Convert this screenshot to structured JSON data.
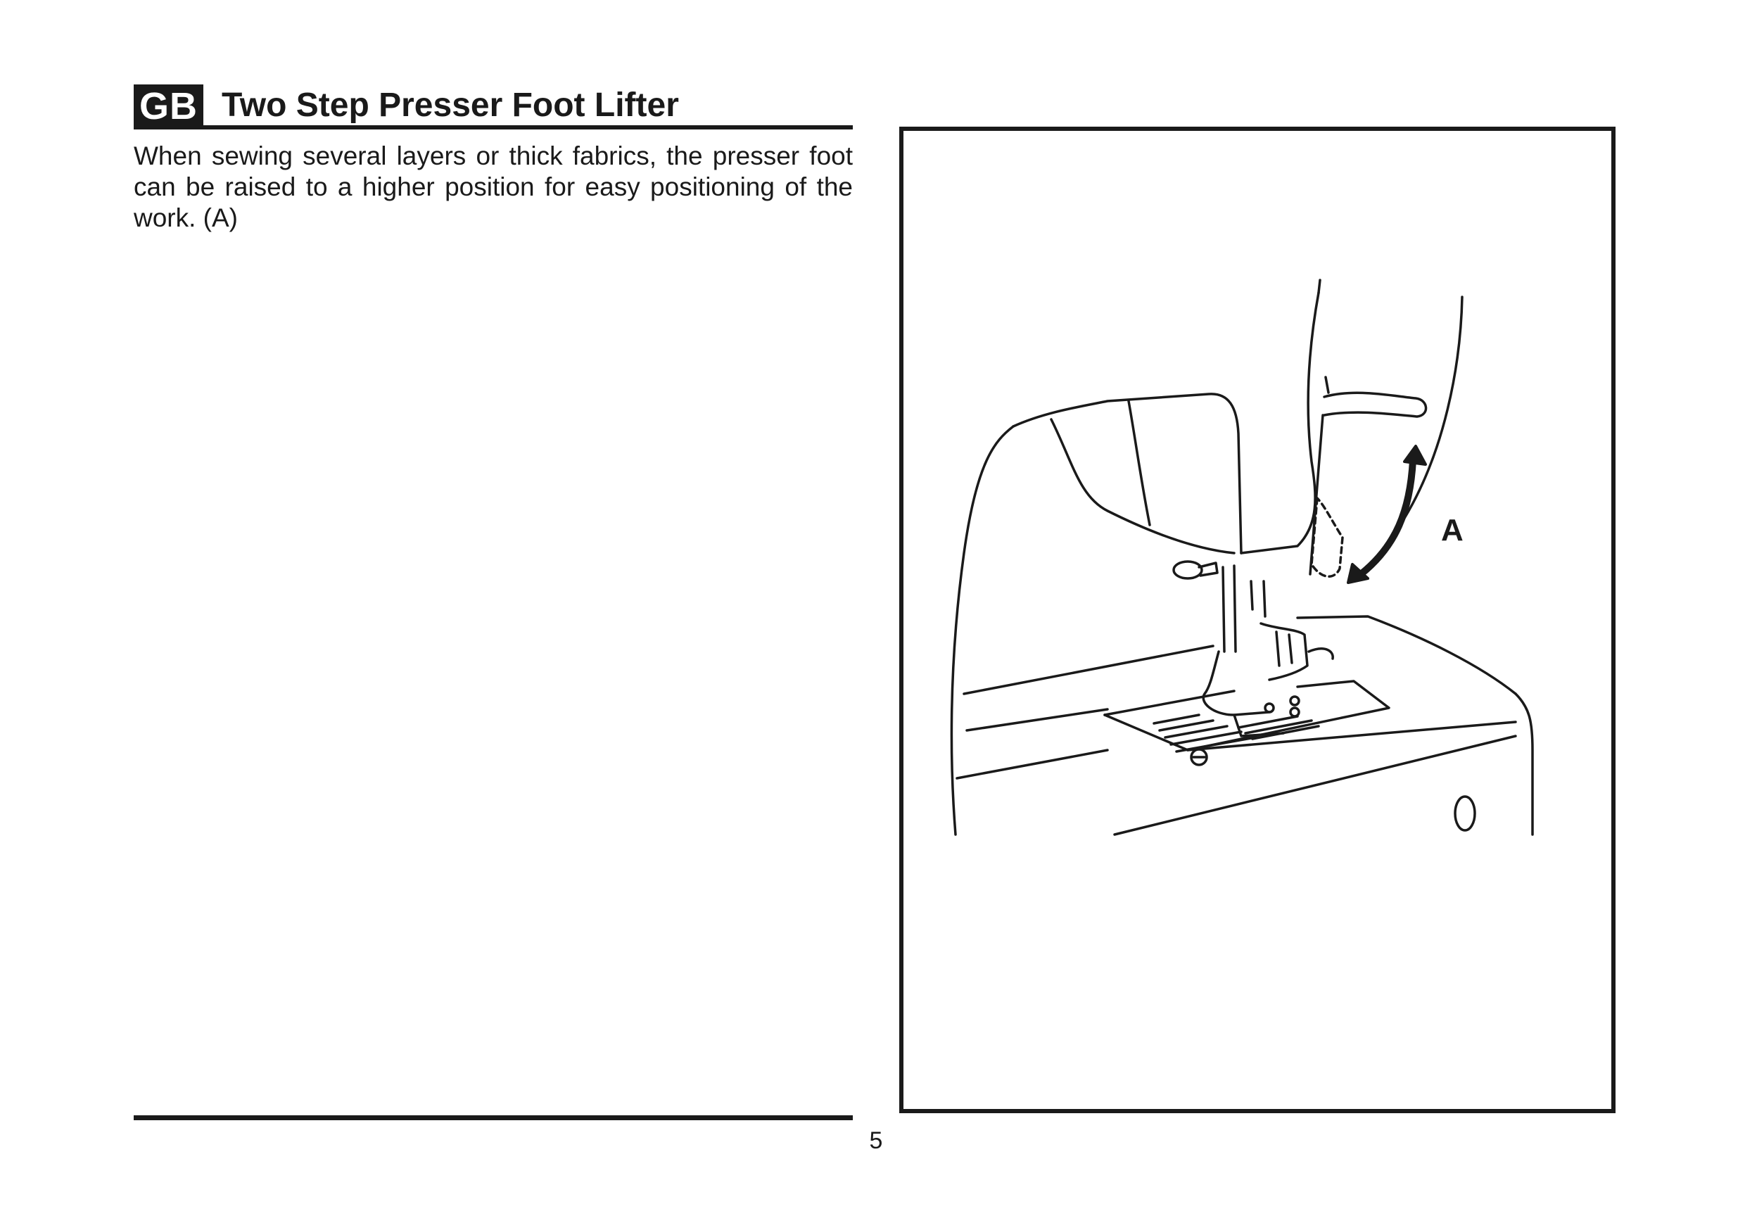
{
  "header": {
    "language_badge": "GB",
    "title": "Two Step Presser Foot Lifter"
  },
  "body": {
    "paragraph": "When sewing several layers or thick fabrics, the presser foot can be raised to a higher position for easy positioning of the work. (A)"
  },
  "figure": {
    "callout_label": "A",
    "icon": "sewing-machine-illustration"
  },
  "footer": {
    "page_number": "5"
  }
}
